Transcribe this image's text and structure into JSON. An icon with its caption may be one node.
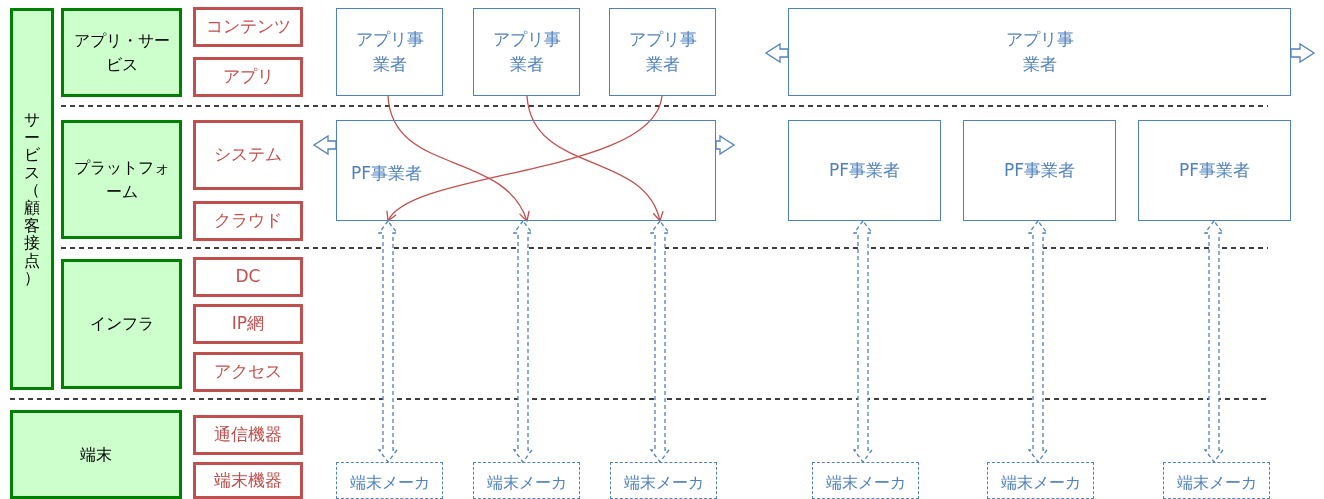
{
  "diagram": {
    "nodes": [
      {
        "text": [
          "サービス（顧客接点）"
        ]
      },
      {
        "text": [
          "アプリ・サービス"
        ]
      },
      {
        "text": [
          "プラットフォーム"
        ]
      },
      {
        "text": [
          "インフラ"
        ]
      },
      {
        "text": [
          "端末"
        ]
      },
      {
        "text": [
          "コンテンツ"
        ]
      },
      {
        "text": [
          "アプリ"
        ]
      },
      {
        "text": [
          "システム"
        ]
      },
      {
        "text": [
          "クラウド"
        ]
      },
      {
        "text": [
          "DC"
        ]
      },
      {
        "text": [
          "IP網"
        ]
      },
      {
        "text": [
          "アクセス"
        ]
      },
      {
        "text": [
          "通信機器"
        ]
      },
      {
        "text": [
          "端末機器"
        ]
      },
      {
        "text": [
          "アプリ事業者"
        ]
      },
      {
        "text": [
          "アプリ事業者"
        ]
      },
      {
        "text": [
          "アプリ事業者"
        ]
      },
      {
        "text": [
          "アプリ事業者"
        ]
      },
      {
        "text": [
          "PF事業者"
        ]
      },
      {
        "text": [
          "PF事業者"
        ]
      },
      {
        "text": [
          "PF事業者"
        ]
      },
      {
        "text": [
          "PF事業者"
        ]
      },
      {
        "text": [
          "端末メーカ"
        ]
      },
      {
        "text": [
          "端末メーカ"
        ]
      },
      {
        "text": [
          "端末メーカ"
        ]
      },
      {
        "text": [
          "端末メーカ"
        ]
      },
      {
        "text": [
          "端末メーカ"
        ]
      },
      {
        "text": [
          "端末メーカ"
        ]
      }
    ],
    "edges": [
      {
        "from": 14,
        "to": 18,
        "arrow": "to",
        "color": "#c0504d"
      },
      {
        "from": 15,
        "to": 18,
        "arrow": "to",
        "color": "#c0504d"
      },
      {
        "from": 16,
        "to": 18,
        "arrow": "to",
        "color": "#c0504d"
      },
      {
        "from": 17,
        "to": null,
        "arrow": "to"
      },
      {
        "from": 17,
        "to": null,
        "arrow": "to"
      },
      {
        "from": 18,
        "to": null,
        "arrow": "to"
      },
      {
        "from": 18,
        "to": null,
        "arrow": "to"
      },
      {
        "from": 18,
        "to": 22,
        "arrow": "both",
        "style": "dashed"
      },
      {
        "from": 18,
        "to": 23,
        "arrow": "both",
        "style": "dashed"
      },
      {
        "from": 18,
        "to": 24,
        "arrow": "both",
        "style": "dashed"
      },
      {
        "from": 19,
        "to": 25,
        "arrow": "both",
        "style": "dashed"
      },
      {
        "from": 20,
        "to": 26,
        "arrow": "both",
        "style": "dashed"
      },
      {
        "from": 21,
        "to": 27,
        "arrow": "both",
        "style": "dashed"
      }
    ]
  }
}
